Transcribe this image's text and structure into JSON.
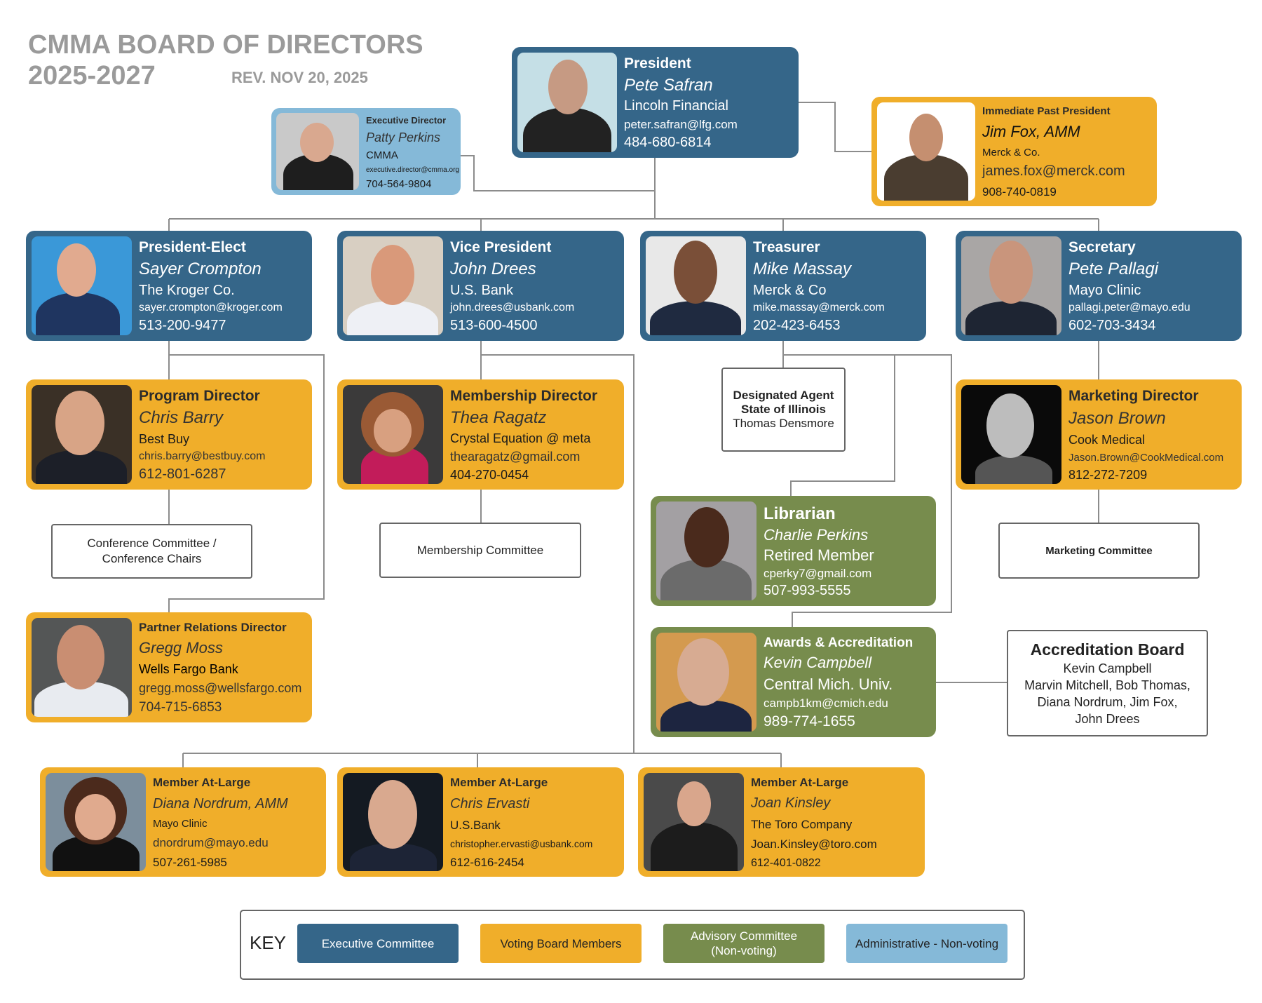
{
  "header": {
    "title_line1": "CMMA BOARD OF DIRECTORS",
    "title_line2": "2025-2027",
    "revision": "REV. NOV 20, 2025"
  },
  "colors": {
    "executive": "#356689",
    "voting": "#f0ae2a",
    "advisory": "#778c4d",
    "administrative": "#85b9d8",
    "connector": "#8c8c8c"
  },
  "people": {
    "president": {
      "role": "President",
      "name": "Pete Safran",
      "org": "Lincoln Financial",
      "email": "peter.safran@lfg.com",
      "phone": "484-680-6814",
      "category": "executive"
    },
    "executive_director": {
      "role": "Executive Director",
      "name": "Patty Perkins",
      "org": "CMMA",
      "email": "executive.director@cmma.org",
      "phone": "704-564-9804",
      "category": "administrative"
    },
    "past_president": {
      "role": "Immediate Past President",
      "name": "Jim Fox, AMM",
      "org": "Merck & Co.",
      "email": "james.fox@merck.com",
      "phone": "908-740-0819",
      "category": "voting"
    },
    "president_elect": {
      "role": "President-Elect",
      "name": "Sayer Crompton",
      "org": "The Kroger Co.",
      "email": "sayer.crompton@kroger.com",
      "phone": "513-200-9477",
      "category": "executive"
    },
    "vice_president": {
      "role": "Vice President",
      "name": "John Drees",
      "org": "U.S. Bank",
      "email": "john.drees@usbank.com",
      "phone": "513-600-4500",
      "category": "executive"
    },
    "treasurer": {
      "role": "Treasurer",
      "name": "Mike Massay",
      "org": "Merck & Co",
      "email": "mike.massay@merck.com",
      "phone": "202-423-6453",
      "category": "executive"
    },
    "secretary": {
      "role": "Secretary",
      "name": "Pete Pallagi",
      "org": "Mayo Clinic",
      "email": "pallagi.peter@mayo.edu",
      "phone": "602-703-3434",
      "category": "executive"
    },
    "program_director": {
      "role": "Program Director",
      "name": "Chris Barry",
      "org": "Best Buy",
      "email": "chris.barry@bestbuy.com",
      "phone": "612-801-6287",
      "category": "voting"
    },
    "membership_director": {
      "role": "Membership Director",
      "name": "Thea Ragatz",
      "org": "Crystal Equation @ meta",
      "email": "thearagatz@gmail.com",
      "phone": "404-270-0454",
      "category": "voting"
    },
    "marketing_director": {
      "role": "Marketing Director",
      "name": "Jason Brown",
      "org": "Cook Medical",
      "email": "Jason.Brown@CookMedical.com",
      "phone": "812-272-7209",
      "category": "voting"
    },
    "librarian": {
      "role": "Librarian",
      "name": "Charlie Perkins",
      "org": "Retired Member",
      "email": "cperky7@gmail.com",
      "phone": "507-993-5555",
      "category": "advisory"
    },
    "awards": {
      "role": "Awards & Accreditation",
      "name": "Kevin Campbell",
      "org": "Central Mich. Univ.",
      "email": "campb1km@cmich.edu",
      "phone": "989-774-1655",
      "category": "advisory"
    },
    "partner_relations": {
      "role": "Partner Relations Director",
      "name": "Gregg Moss",
      "org": "Wells Fargo Bank",
      "email": "gregg.moss@wellsfargo.com",
      "phone": "704-715-6853",
      "category": "voting"
    },
    "member_at_large_1": {
      "role": "Member At-Large",
      "name": "Diana Nordrum, AMM",
      "org": "Mayo Clinic",
      "email": "dnordrum@mayo.edu",
      "phone": "507-261-5985",
      "category": "voting"
    },
    "member_at_large_2": {
      "role": "Member At-Large",
      "name": "Chris Ervasti",
      "org": "U.S.Bank",
      "email": "christopher.ervasti@usbank.com",
      "phone": "612-616-2454",
      "category": "voting"
    },
    "member_at_large_3": {
      "role": "Member At-Large",
      "name": "Joan Kinsley",
      "org": "The Toro Company",
      "email": "Joan.Kinsley@toro.com",
      "phone": "612-401-0822",
      "category": "voting"
    }
  },
  "boxes": {
    "designated_agent": {
      "line1": "Designated Agent",
      "line2": "State of Illinois",
      "line3": "Thomas Densmore"
    },
    "conference_committee": {
      "line1": "Conference Committee /",
      "line2": "Conference Chairs"
    },
    "membership_committee": {
      "label": "Membership Committee"
    },
    "marketing_committee": {
      "label": "Marketing Committee"
    },
    "accreditation_board": {
      "title": "Accreditation Board",
      "line1": "Kevin Campbell",
      "line2": "Marvin Mitchell, Bob Thomas,",
      "line3": "Diana Nordrum, Jim Fox,",
      "line4": "John Drees"
    }
  },
  "key": {
    "label": "KEY",
    "items": [
      {
        "label": "Executive Committee"
      },
      {
        "label1": "Voting Board Members"
      },
      {
        "label1": "Advisory Committee",
        "label2": "(Non-voting)"
      },
      {
        "label1": "Administrative - Non-voting"
      }
    ]
  }
}
